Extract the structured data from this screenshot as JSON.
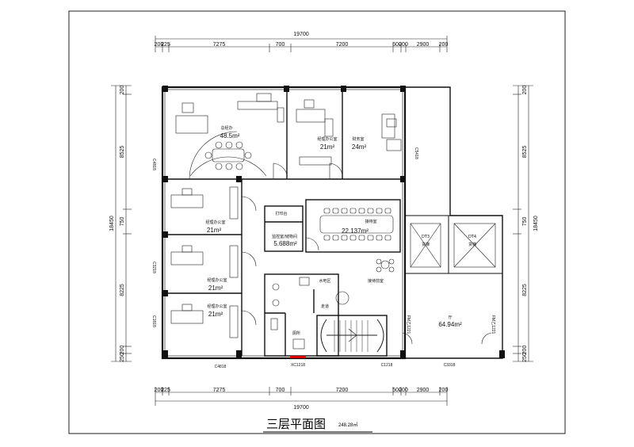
{
  "title": "三层平面图",
  "total_area": "248.28㎡",
  "dims_top_total": "19700",
  "dims_bottom_total": "19700",
  "dims_top_segments": [
    "200",
    "225",
    "7275",
    "700",
    "7200",
    "500",
    "200",
    "2900",
    "200"
  ],
  "dims_bottom_segments": [
    "200",
    "225",
    "7275",
    "700",
    "7200",
    "500",
    "200",
    "2900",
    "200"
  ],
  "dims_left": [
    "200",
    "8525",
    "750",
    "8225",
    "200",
    "250"
  ],
  "dims_left_total": "18450",
  "dims_right": [
    "200",
    "8525",
    "750",
    "8225",
    "200",
    "250"
  ],
  "dims_right_total": "18450",
  "rooms": {
    "general_manager": {
      "name": "总经办",
      "area": "48.5m²"
    },
    "manager_office_top": {
      "name": "经理办公室",
      "area": "21m²"
    },
    "finance": {
      "name": "财务室",
      "area": "24m²"
    },
    "manager_office_1": {
      "name": "经理办公室",
      "area": "21m²"
    },
    "manager_office_2": {
      "name": "经理办公室",
      "area": "21m²"
    },
    "manager_office_3": {
      "name": "经理办公室",
      "area": "21m²"
    },
    "print": {
      "name": "打印台",
      "area": ""
    },
    "meeting": {
      "name": "接待室",
      "area": "22.137m²"
    },
    "monitor": {
      "name": "监控室/储物间",
      "area": "5.688m²"
    },
    "reception": {
      "name": "接待前室",
      "area": ""
    },
    "water_bar": {
      "name": "水吧区",
      "area": ""
    },
    "corridor": {
      "name": "走道",
      "area": ""
    },
    "toilet": {
      "name": "厕所",
      "area": ""
    },
    "dt3": {
      "name": "DT3",
      "sub": "货梯"
    },
    "dt4": {
      "name": "DT4",
      "sub": "货梯"
    },
    "hall": {
      "name": "厅",
      "area": "64.94m²"
    }
  },
  "windows": {
    "c4818_left": "C4818",
    "c3218_left": "C3218",
    "c1818_left": "C1818",
    "c5418_right": "C5418",
    "c4818_bottom": "C4818",
    "xc1218_bottom": "XC1218",
    "c1218_bottom": "C1218",
    "c3318_bottom": "C3318",
    "fm1": "FM乙1221",
    "fm2": "FM乙1221"
  }
}
